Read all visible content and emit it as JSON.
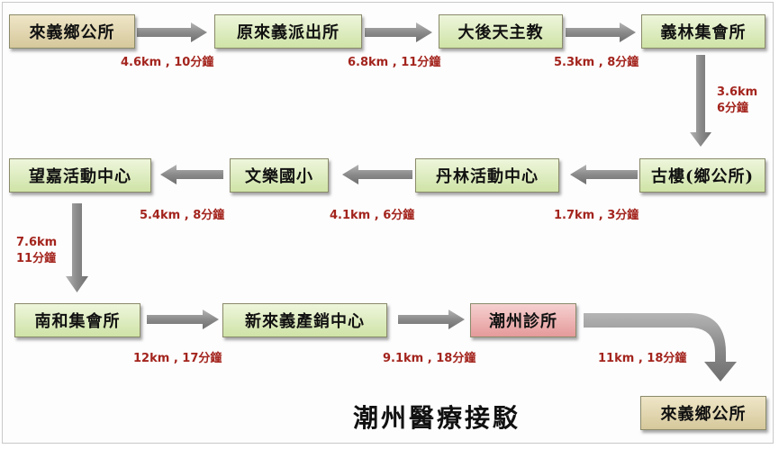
{
  "diagram": {
    "title": "潮州醫療接駁",
    "stations": {
      "s1": "來義鄉公所",
      "s2": "原來義派出所",
      "s3": "大後天主教",
      "s4": "義林集會所",
      "s5": "古樓(鄉公所)",
      "s6": "丹林活動中心",
      "s7": "文樂國小",
      "s8": "望嘉活動中心",
      "s9": "南和集會所",
      "s10": "新來義產銷中心",
      "s11": "潮州診所",
      "s12": "來義鄉公所"
    },
    "legs": [
      {
        "distance": "4.6km",
        "time": "10分鐘"
      },
      {
        "distance": "6.8km",
        "time": "11分鐘"
      },
      {
        "distance": "5.3km",
        "time": "8分鐘"
      },
      {
        "distance": "3.6km",
        "time": "6分鐘"
      },
      {
        "distance": "1.7km",
        "time": "3分鐘"
      },
      {
        "distance": "4.1km",
        "time": "6分鐘"
      },
      {
        "distance": "5.4km",
        "time": "8分鐘"
      },
      {
        "distance": "7.6km",
        "time": "11分鐘"
      },
      {
        "distance": "12km",
        "time": "17分鐘"
      },
      {
        "distance": "9.1km",
        "time": "18分鐘"
      },
      {
        "distance": "11km",
        "time": "18分鐘"
      }
    ],
    "colors": {
      "node_green": "#d8e9b6",
      "node_tan": "#e2d6ad",
      "node_pink": "#eab0b0",
      "label_red": "#a3241d",
      "arrow_gray": "#8c8c8c"
    }
  }
}
